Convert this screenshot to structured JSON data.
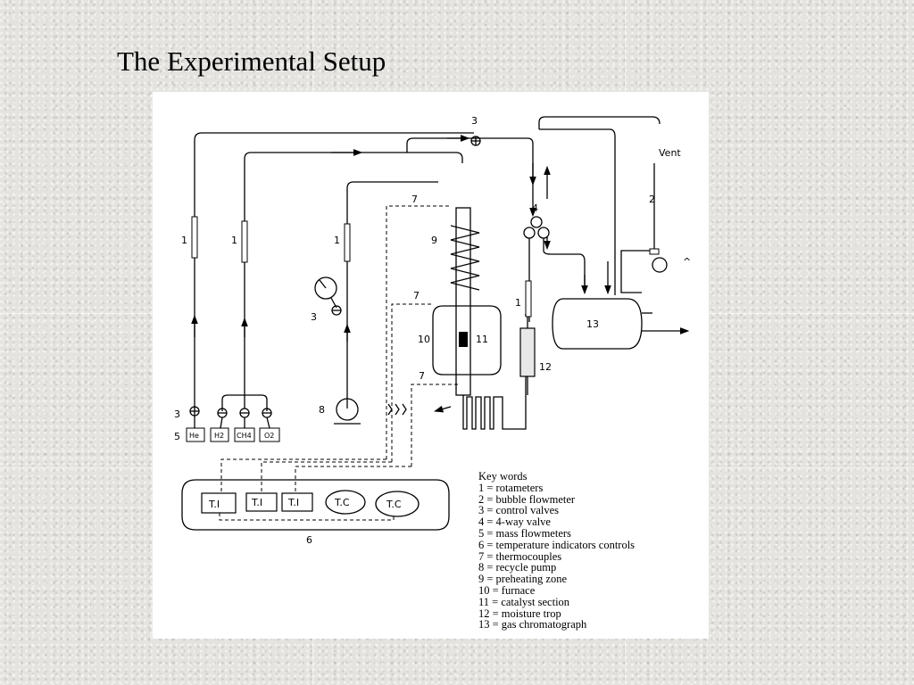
{
  "slide": {
    "title": "The Experimental Setup"
  },
  "diagram": {
    "labels": {
      "rotameter": "1",
      "bubble_flowmeter": "2",
      "control_valve": "3",
      "four_way_valve": "4",
      "mass_flowmeter": "5",
      "temperature_panel": "6",
      "thermocouple": "7",
      "recycle_pump": "8",
      "preheating_zone": "9",
      "furnace": "10",
      "catalyst": "11",
      "moisture_trap": "12",
      "gas_chromatograph": "13",
      "vent": "Vent"
    },
    "gases": [
      "He",
      "H2",
      "CH4",
      "O2"
    ],
    "instruments": [
      "T.I",
      "T.I",
      "T.I",
      "T.C",
      "T.C"
    ]
  },
  "legend": {
    "title": "Key words",
    "items": [
      "1 = rotameters",
      "2 = bubble flowmeter",
      "3 = control valves",
      "4 = 4-way valve",
      "5 = mass flowmeters",
      "6 = temperature indicators  controls",
      "7 = thermocouples",
      "8 = recycle pump",
      "9 = preheating zone",
      "10 = furnace",
      "11 = catalyst section",
      "12 = moisture trop",
      "13 = gas chromatograph"
    ]
  }
}
